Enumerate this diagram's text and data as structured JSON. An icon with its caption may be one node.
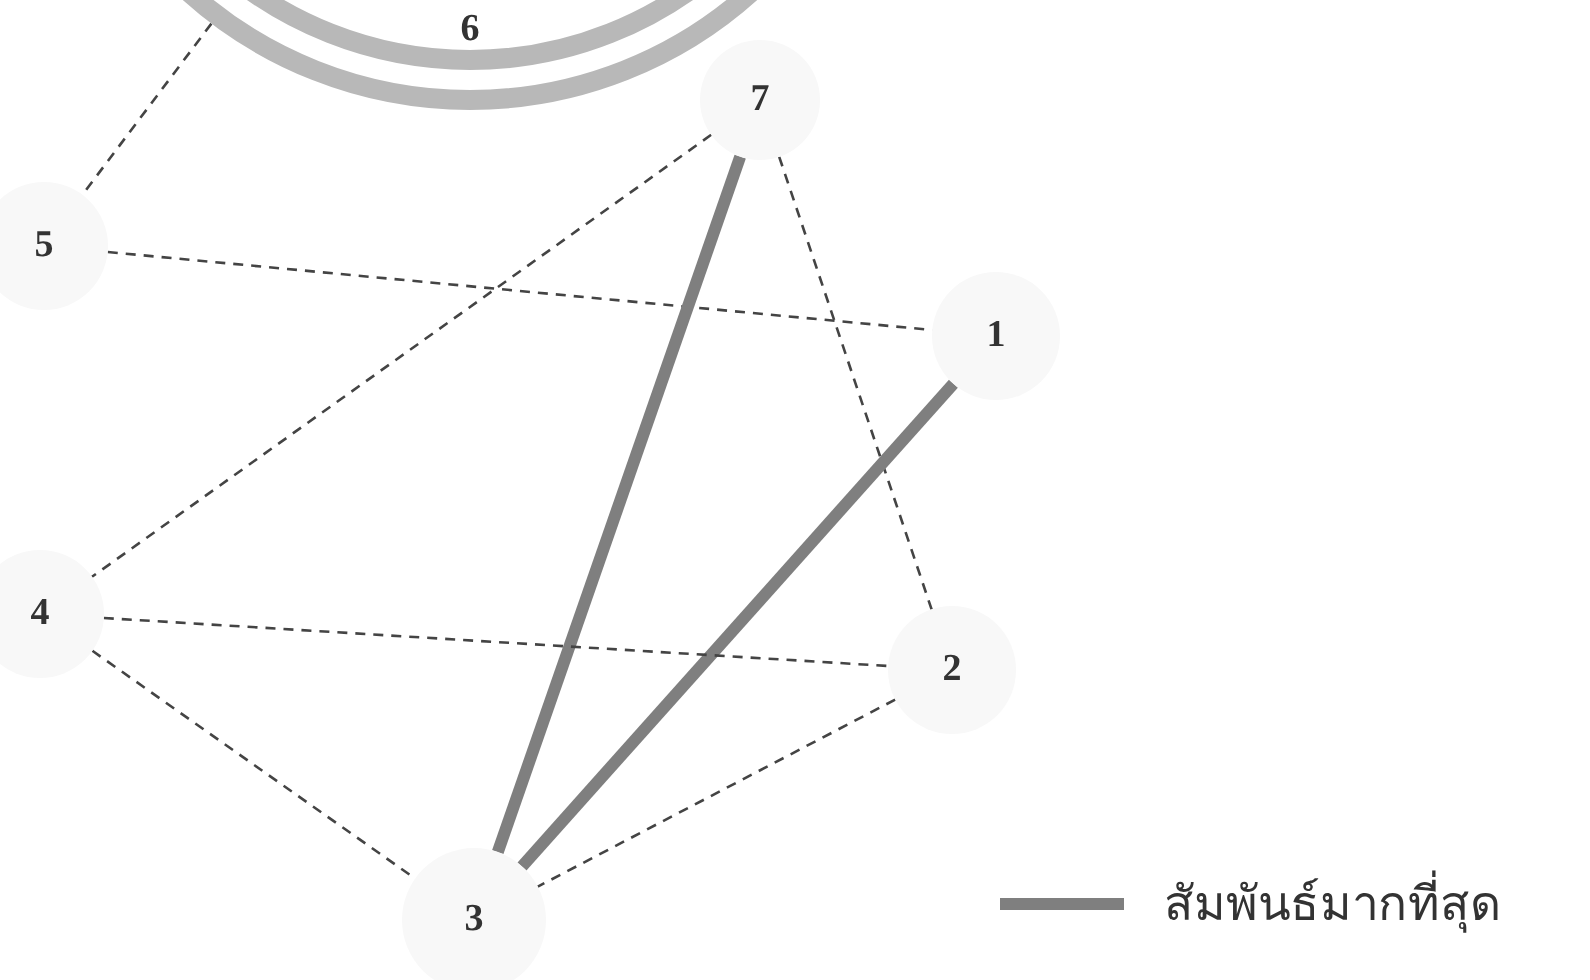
{
  "diagram": {
    "nodes": [
      {
        "text": [
          "1"
        ]
      },
      {
        "text": [
          "2"
        ]
      },
      {
        "text": [
          "3"
        ]
      },
      {
        "text": [
          "4"
        ]
      },
      {
        "text": [
          "5"
        ]
      },
      {
        "text": [
          "6"
        ]
      },
      {
        "text": [
          "7"
        ]
      }
    ],
    "edges": [
      {
        "from": 5,
        "to": 4,
        "arrow": "none",
        "style": "dashed"
      },
      {
        "from": 4,
        "to": 0,
        "arrow": "none",
        "style": "dashed"
      },
      {
        "from": 6,
        "to": 3,
        "arrow": "none",
        "style": "dashed"
      },
      {
        "from": 6,
        "to": 1,
        "arrow": "none",
        "style": "dashed"
      },
      {
        "from": 6,
        "to": 2,
        "arrow": "none",
        "style": "thick",
        "color": "#7f7f7f"
      },
      {
        "from": 0,
        "to": 2,
        "arrow": "none",
        "style": "thick",
        "color": "#7f7f7f"
      },
      {
        "from": 3,
        "to": 1,
        "arrow": "none",
        "style": "dashed"
      },
      {
        "from": 3,
        "to": 2,
        "arrow": "none",
        "style": "dashed"
      },
      {
        "from": 1,
        "to": 2,
        "arrow": "none",
        "style": "dashed"
      }
    ],
    "legend": [
      {
        "text": "สัมพันธ์มากที่สุด"
      }
    ]
  }
}
